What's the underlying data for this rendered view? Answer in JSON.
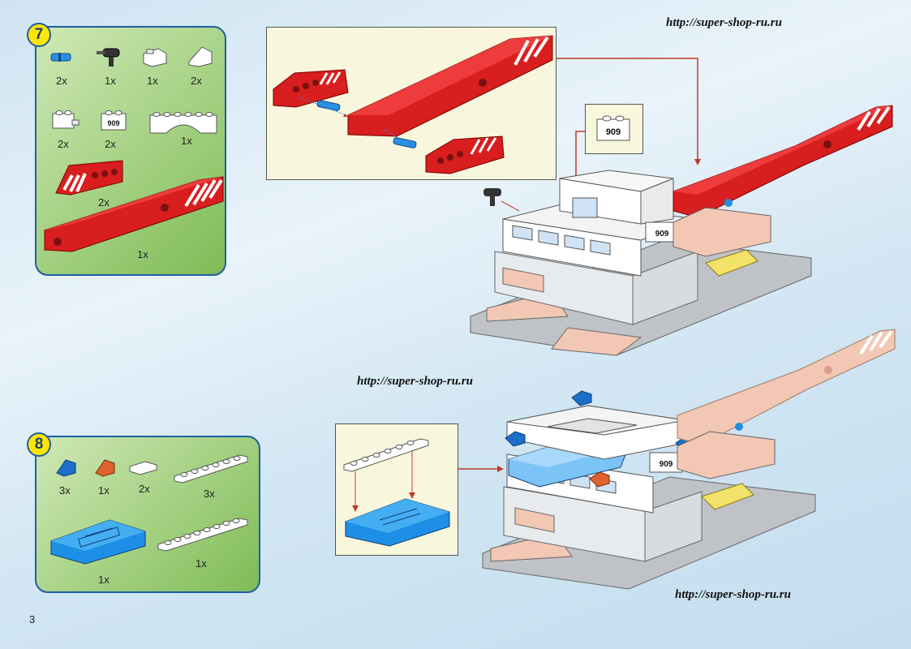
{
  "watermark_url": "http://super-shop-ru.ru",
  "page_number": "3",
  "steps": [
    {
      "number": "7",
      "parts": [
        {
          "name": "blue-pin",
          "qty": "2x"
        },
        {
          "name": "black-lamp-holder",
          "qty": "1x"
        },
        {
          "name": "white-slope-clip",
          "qty": "1x"
        },
        {
          "name": "white-slope",
          "qty": "2x"
        },
        {
          "name": "white-brick-clip",
          "qty": "2x"
        },
        {
          "name": "white-brick-909",
          "qty": "2x"
        },
        {
          "name": "white-arch",
          "qty": "1x"
        },
        {
          "name": "red-striped-wedge",
          "qty": "2x"
        },
        {
          "name": "red-long-beam",
          "qty": "1x"
        }
      ],
      "detail_print": "909"
    },
    {
      "number": "8",
      "parts": [
        {
          "name": "blue-slope",
          "qty": "3x"
        },
        {
          "name": "orange-slope",
          "qty": "1x"
        },
        {
          "name": "white-tile",
          "qty": "2x"
        },
        {
          "name": "white-plate-1x6",
          "qty": "3x"
        },
        {
          "name": "blue-windscreen",
          "qty": "1x"
        },
        {
          "name": "white-plate-1x8",
          "qty": "1x"
        }
      ],
      "detail_print": "909"
    }
  ],
  "colors": {
    "red": "#d81e1e",
    "panel_border": "#1e5fa0",
    "badge": "#ffe600",
    "callout_bg": "#f8f6dd",
    "model_peach": "#f2c8b4",
    "model_white": "#ffffff",
    "model_grey": "#bfc3c7",
    "accent_blue": "#1f8fe0"
  }
}
